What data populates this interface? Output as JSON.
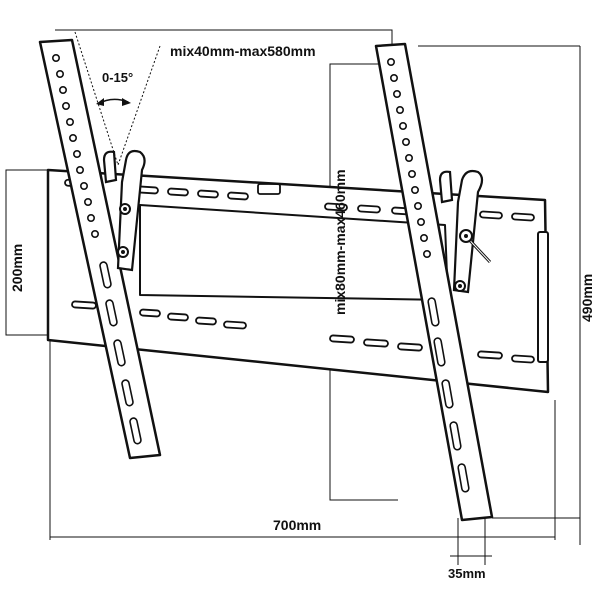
{
  "diagram": {
    "labels": {
      "width_range": "mix40mm-max580mm",
      "tilt_range": "0-15°",
      "height_range": "mix80mm-max460mm",
      "plate_height": "200mm",
      "overall_height": "490mm",
      "overall_width": "700mm",
      "arm_width": "35mm"
    },
    "icons": {
      "tilt_arrow": "curved-double-arrow-icon",
      "lock_knob": "locking-knob-icon"
    },
    "colors": {
      "line": "#111111",
      "background": "#ffffff"
    }
  }
}
